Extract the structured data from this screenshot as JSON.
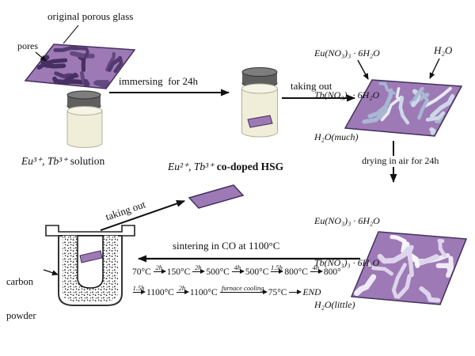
{
  "colors": {
    "plate_fill": "#9d7ab5",
    "plate_stroke": "#43305e",
    "pores_dark": [
      "#53396f",
      "#472f61",
      "#64497f"
    ],
    "pores_blue": [
      "#cdd7e8",
      "#a8b7d2",
      "#e6ebf5"
    ],
    "pores_light": [
      "#efeaf6",
      "#ded5ec",
      "#f8f5fc"
    ],
    "cap_fill": "#5f5f5f",
    "cap_top": "#7d7d7d",
    "beaker_fill": "#f0edd9",
    "beaker_top": "#f6f4e6",
    "beaker_stroke": "#b3b09a",
    "arrow": "#111111"
  },
  "top": {
    "original_label": "original porous glass",
    "pores_label": "pores",
    "solution_formula": "Eu³⁺, Tb³⁺",
    "solution_word": " solution",
    "immersing_label": "immersing  for 24h",
    "taking_out_label": "taking out"
  },
  "right": {
    "chem_top": [
      "Eu(NO₃)₃ · 6H₂O",
      "Tb(NO₃)₃ · 6H₂O",
      "H₂O(much)"
    ],
    "h2o_label": "H₂O",
    "drying_label": "drying in air for 24h",
    "chem_bottom": [
      "Eu(NO₃)₃ · 6H₂O",
      "Tb(NO₃)₃ · 6H₂O",
      "H₂O(little)"
    ]
  },
  "bottom": {
    "sintering_label": "sintering in CO at 1100°C",
    "schedule_line1": [
      {
        "temp": "70°C",
        "dur": "2h"
      },
      {
        "temp": "150°C",
        "dur": "2h"
      },
      {
        "temp": "500°C",
        "dur": "4h"
      },
      {
        "temp": "500°C",
        "dur": "1.5h"
      },
      {
        "temp": "800°C",
        "dur": "4h"
      },
      {
        "temp": "800°",
        "dur": null
      }
    ],
    "schedule_line2": [
      {
        "temp": "",
        "dur": "1.5h"
      },
      {
        "temp": "1100°C",
        "dur": "2h"
      },
      {
        "temp": "1100°C",
        "dur": "furnace cooling"
      },
      {
        "temp": "75°C",
        "dur": ""
      },
      {
        "temp": "END",
        "dur": null
      }
    ],
    "carbon_label_1": "carbon",
    "carbon_label_2": "powder",
    "taking_out_label": "taking out",
    "hsg_formula": "Eu²⁺, Tb³⁺",
    "hsg_word": " co-doped HSG"
  }
}
